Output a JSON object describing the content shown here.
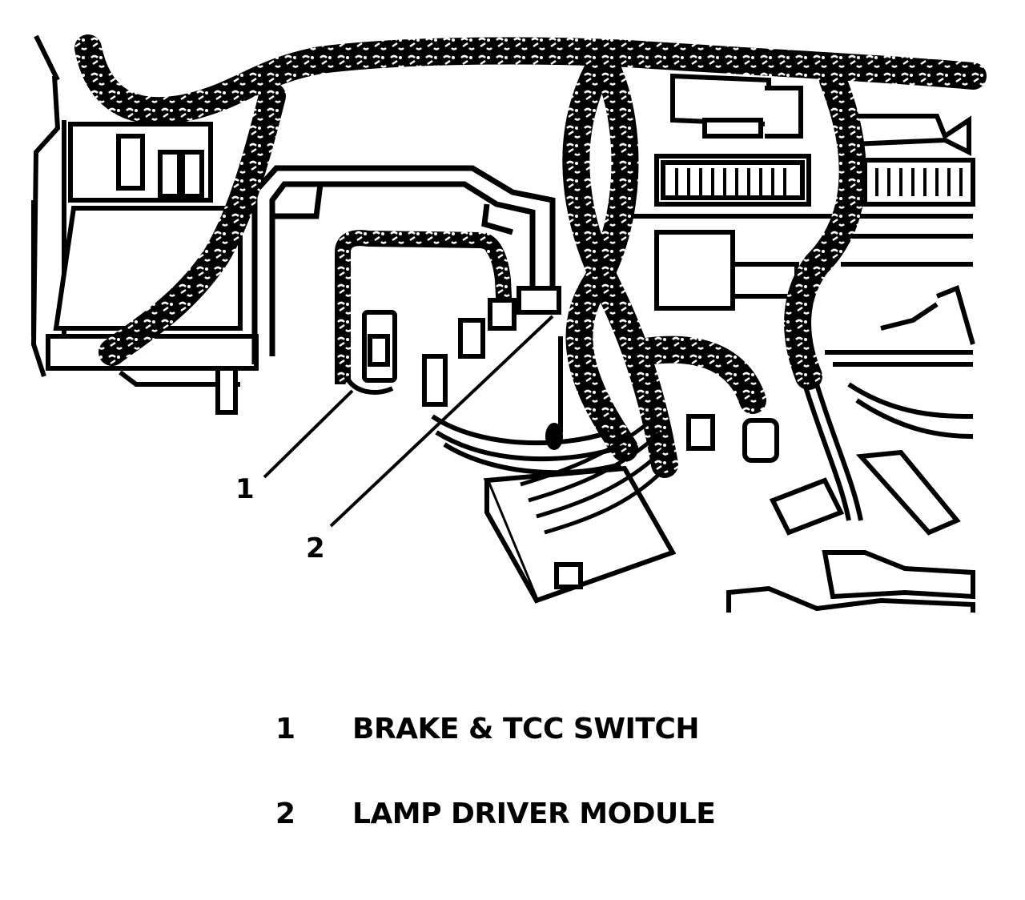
{
  "figure": {
    "title": "Brake & TCC switch and lamp driver module location (under instrument panel)",
    "colors": {
      "ink": "#000000",
      "paper": "#ffffff"
    }
  },
  "callouts": [
    {
      "number": "1",
      "target": "brake-tcc-switch"
    },
    {
      "number": "2",
      "target": "lamp-driver-module"
    }
  ],
  "legend": [
    {
      "number": "1",
      "label": "BRAKE & TCC SWITCH"
    },
    {
      "number": "2",
      "label": "LAMP DRIVER MODULE"
    }
  ]
}
